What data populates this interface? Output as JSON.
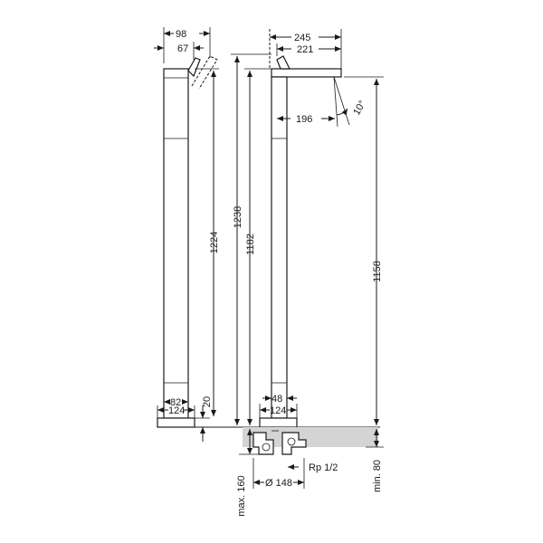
{
  "labels": {
    "side_top_width": "98",
    "side_handle_offset": "67",
    "side_total_height": "1224",
    "side_base_height": "20",
    "side_base_inner": "82",
    "side_base_width": "124",
    "front_total_width": "245",
    "front_spout_width": "221",
    "front_spout_reach": "196",
    "front_angle": "10°",
    "front_total_height": "1238",
    "front_body_height": "1182",
    "front_outlet_height": "1158",
    "front_column_width": "48",
    "front_base_width": "124",
    "connection_thread": "Rp 1/2",
    "pipe_diameter": "Ø 148",
    "max_depth": "max. 160",
    "min_depth": "min. 80"
  }
}
